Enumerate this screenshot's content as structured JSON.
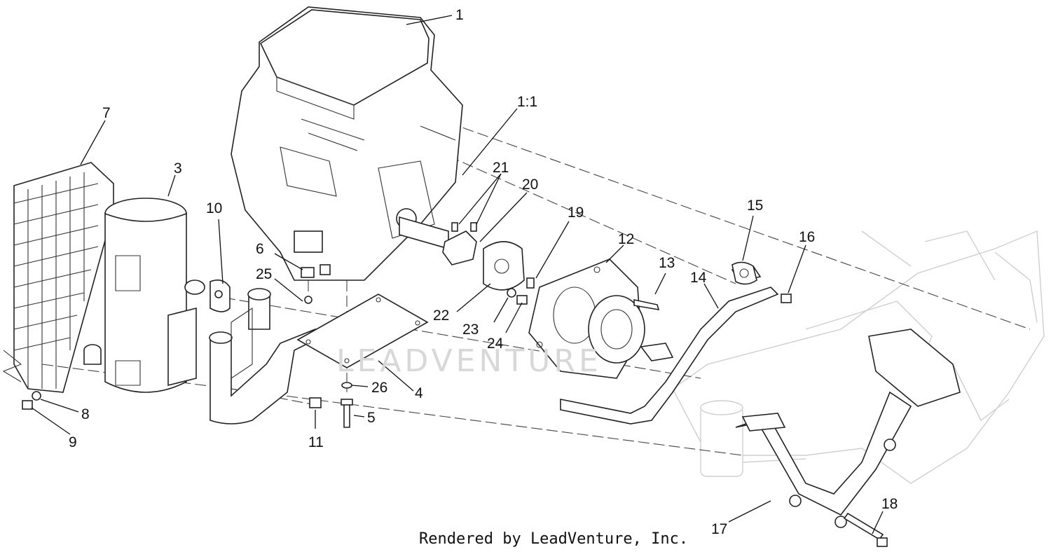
{
  "diagram": {
    "labels": [
      "1",
      "1:1",
      "3",
      "4",
      "5",
      "6",
      "7",
      "8",
      "9",
      "10",
      "11",
      "12",
      "13",
      "14",
      "15",
      "16",
      "17",
      "18",
      "19",
      "20",
      "21",
      "22",
      "23",
      "24",
      "25",
      "26"
    ],
    "watermark": "LEADVENTURE",
    "credit": "Rendered by LeadVenture, Inc."
  }
}
